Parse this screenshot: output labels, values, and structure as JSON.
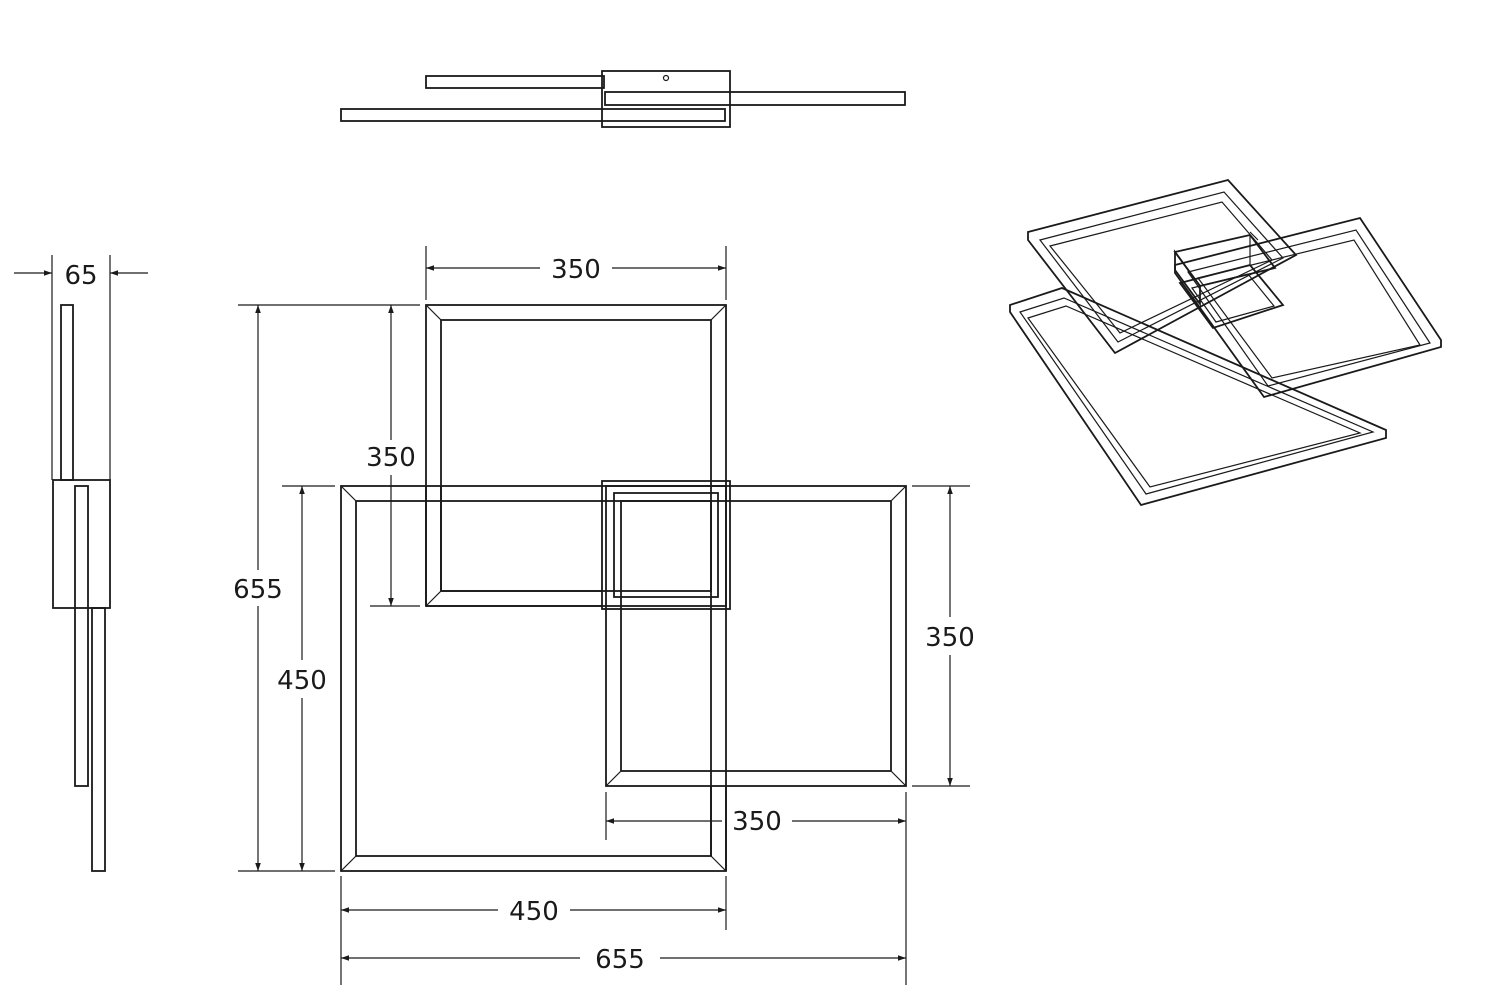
{
  "dimensions": {
    "side_depth": "65",
    "top_square_width": "350",
    "top_square_height": "350",
    "overall_height": "655",
    "large_square_height": "450",
    "right_square_height": "350",
    "right_square_width": "350",
    "large_square_width": "450",
    "overall_width": "655"
  }
}
